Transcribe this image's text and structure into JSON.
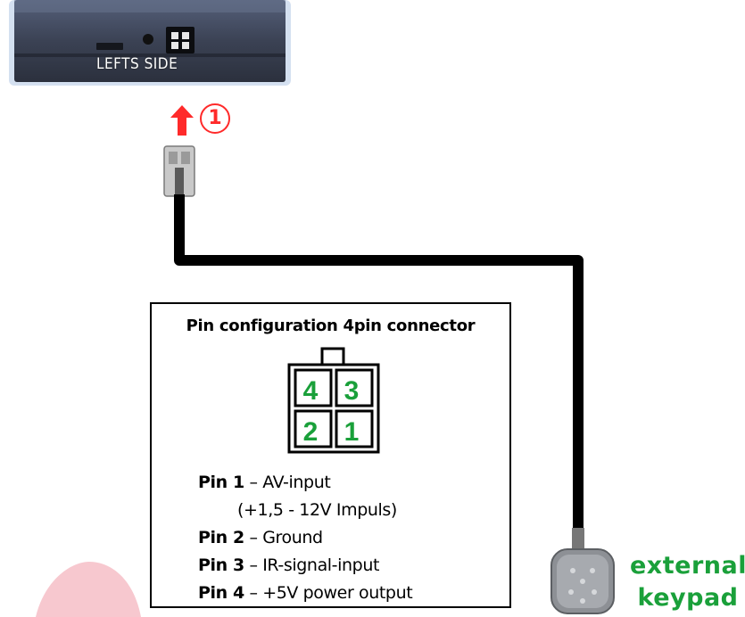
{
  "device": {
    "side_label": "LEFTS SIDE"
  },
  "step": {
    "number": "1"
  },
  "pin_box": {
    "title": "Pin configuration 4pin connector",
    "connector_pins": [
      "4",
      "3",
      "2",
      "1"
    ],
    "lines": [
      {
        "pin": "Pin 1",
        "desc": "– AV-input"
      },
      {
        "pin": "",
        "desc": "(+1,5 - 12V Impuls)"
      },
      {
        "pin": "Pin 2",
        "desc": "– Ground"
      },
      {
        "pin": "Pin 3",
        "desc": "– IR-signal-input"
      },
      {
        "pin": "Pin 4",
        "desc": "– +5V power output"
      }
    ]
  },
  "keypad": {
    "label_line1": "external",
    "label_line2": "keypad"
  },
  "colors": {
    "accent_red": "#ff2a2a",
    "label_green": "#1aa03a",
    "cable": "#000000",
    "device_body": "#3d4456"
  }
}
